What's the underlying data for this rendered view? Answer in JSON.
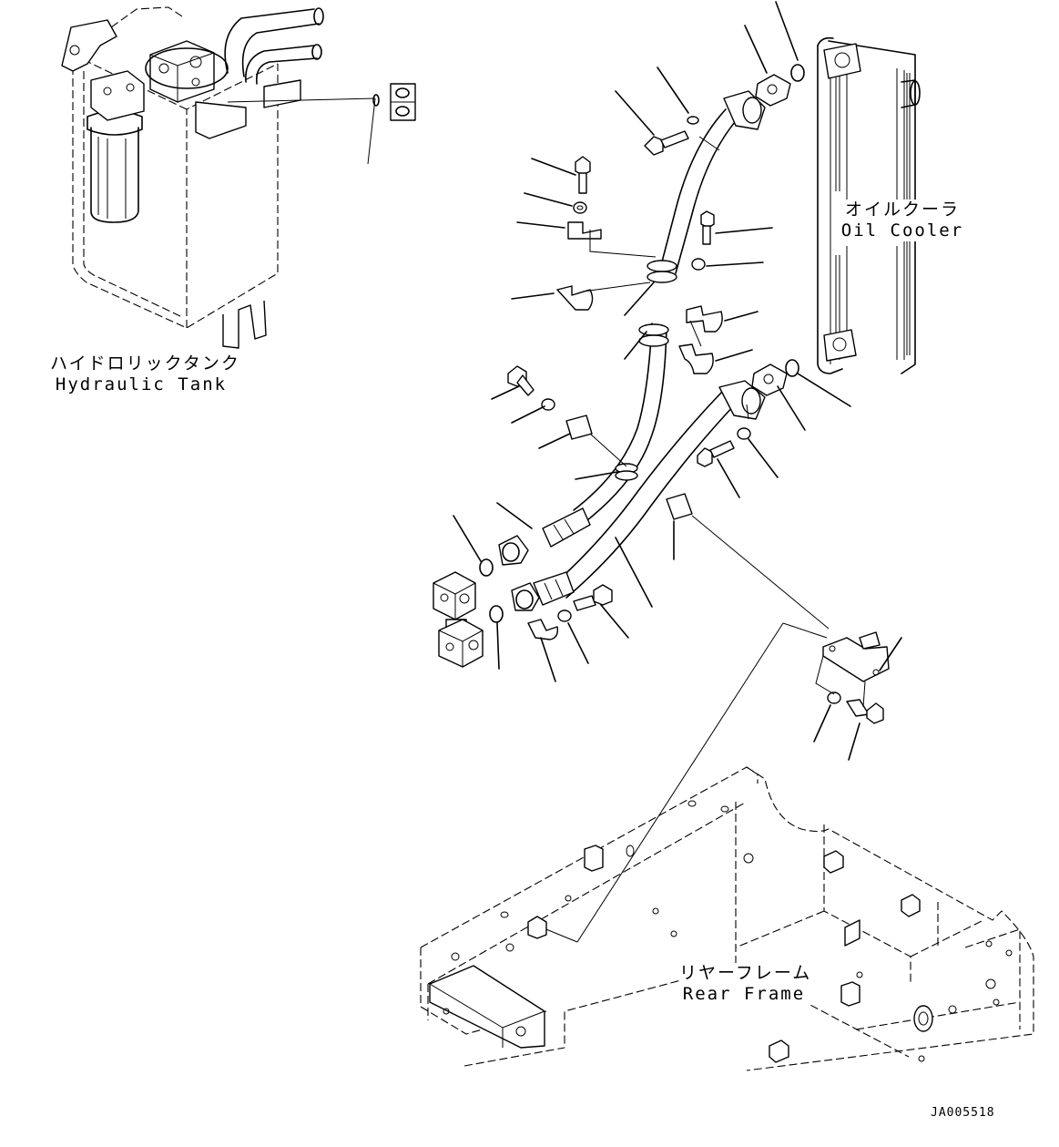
{
  "labels": {
    "hydraulic_tank_jp": "ハイドロリックタンク",
    "hydraulic_tank_en": "Hydraulic Tank",
    "oil_cooler_jp": "オイルクーラ",
    "oil_cooler_en": "Oil Cooler",
    "rear_frame_jp": "リヤーフレーム",
    "rear_frame_en": "Rear Frame"
  },
  "drawing_code": "JA005518"
}
